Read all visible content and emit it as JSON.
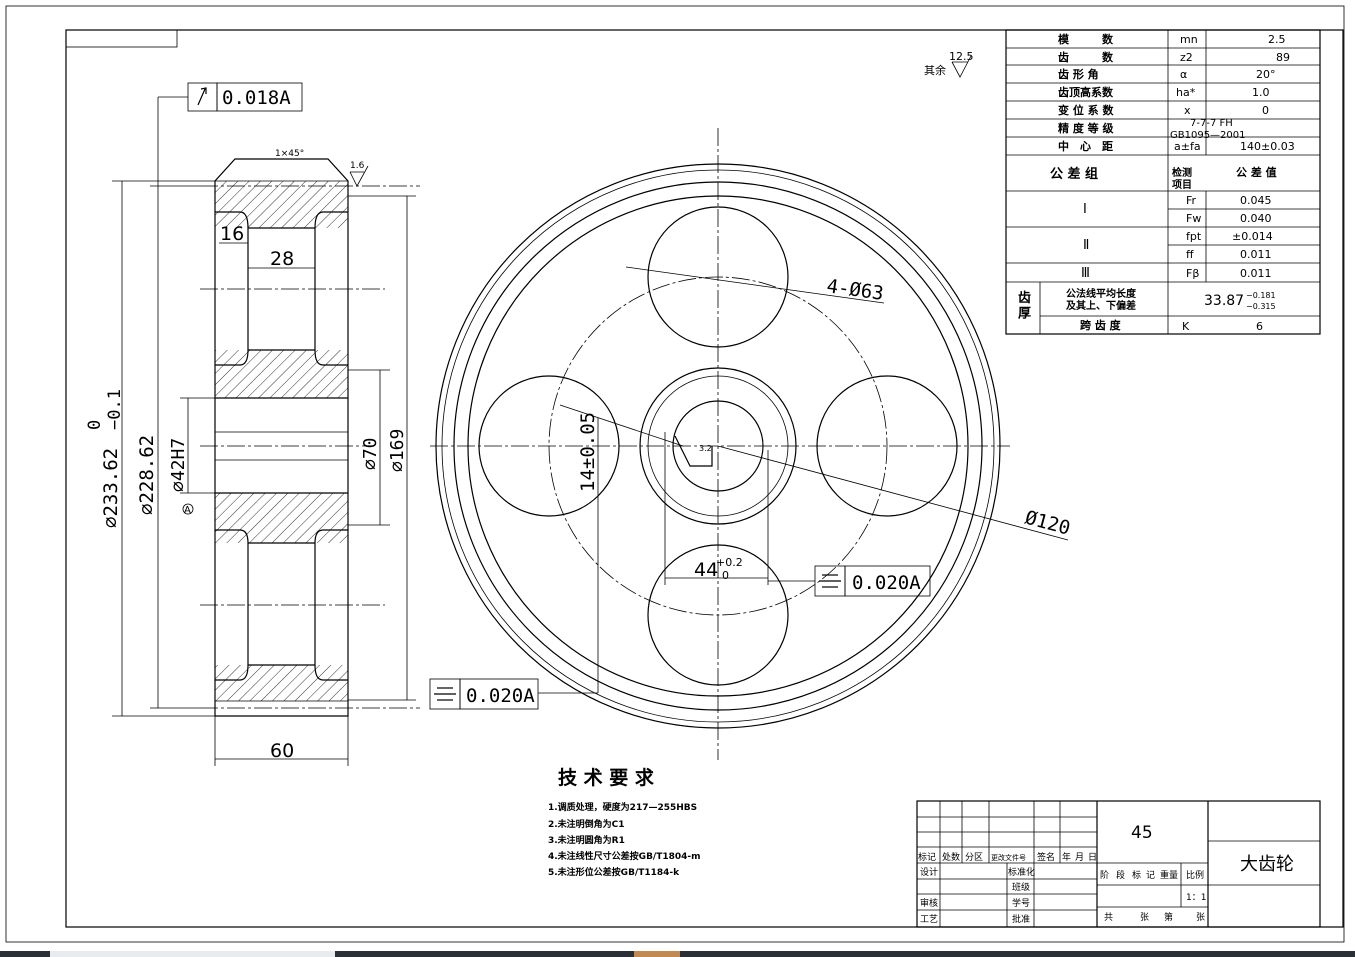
{
  "frame": {
    "title_box": ""
  },
  "front_view": {
    "runout_tol": "0.018A",
    "chamfer_note": "1×45°",
    "rough_top": "1.6",
    "dims": {
      "d16": "16",
      "d28": "28",
      "d60": "60",
      "dia_233": "⌀233.62",
      "dia_233_tol_up": "0",
      "dia_233_tol_lo": "−0.1",
      "dia_228": "⌀228.62",
      "dia_42": "⌀42H7",
      "dia_70": "⌀70",
      "dia_169": "⌀169",
      "datum": "A"
    }
  },
  "side_view": {
    "rough_rest_label": "其余",
    "rough_rest_val": "12.5",
    "holes": "4-Ø63",
    "pcd": "Ø120",
    "keyway_depth": "14±0.05",
    "keyway_rough": "3.2",
    "keyway_width": "44",
    "keyway_width_up": "+0.2",
    "keyway_width_lo": "0",
    "sym_tol_right": "0.020A",
    "sym_tol_left": "0.020A"
  },
  "param_table": {
    "rows": [
      {
        "label": "模　　　数",
        "sym": "mn",
        "val": "2.5"
      },
      {
        "label": "齿　　　数",
        "sym": "z2",
        "val": "89"
      },
      {
        "label": "齿 形 角",
        "sym": "α",
        "val": "20°"
      },
      {
        "label": "齿顶高系数",
        "sym": "ha*",
        "val": "1.0"
      },
      {
        "label": "变 位 系 数",
        "sym": "x",
        "val": "0"
      },
      {
        "label": "精 度 等 级",
        "sym": "7-7-7 FH",
        "val": "GB1095—2001"
      },
      {
        "label": "中　心　距",
        "sym": "a±fa",
        "val": "140±0.03"
      }
    ],
    "tol_group_label": "公 差 组",
    "check_item_label": "检测\n项目",
    "tol_value_label": "公 差 值",
    "groups": [
      {
        "name": "Ⅰ",
        "items": [
          {
            "sym": "Fr",
            "val": "0.045"
          },
          {
            "sym": "Fw",
            "val": "0.040"
          }
        ]
      },
      {
        "name": "Ⅱ",
        "items": [
          {
            "sym": "fpt",
            "val": "±0.014"
          },
          {
            "sym": "ff",
            "val": "0.011"
          }
        ]
      },
      {
        "name": "Ⅲ",
        "items": [
          {
            "sym": "Fβ",
            "val": "0.011"
          }
        ]
      }
    ],
    "thickness_label": "齿\n厚",
    "wk_label": "公法线平均长度\n及其上、下偏差",
    "wk_val": "33.87",
    "wk_up": "−0.181",
    "wk_lo": "−0.315",
    "span_label": "跨 齿 度",
    "span_sym": "K",
    "span_val": "6"
  },
  "tech": {
    "title": "技 术 要 求",
    "items": [
      "1.调质处理，硬度为217—255HBS",
      "2.未注明倒角为C1",
      "3.未注明圆角为R1",
      "4.未注线性尺寸公差按GB/T1804-m",
      "5.未注形位公差按GB/T1184-k"
    ]
  },
  "title_block": {
    "material": "45",
    "part_name": "大齿轮",
    "scale_label": "比例",
    "scale": "1：1",
    "cols": [
      "标记",
      "处数",
      "分区",
      "更改文件号",
      "签名",
      "年",
      "月",
      "日"
    ],
    "left_labels": [
      "设计",
      "审核",
      "工艺"
    ],
    "mid_labels": [
      "标准化",
      "班级",
      "学号",
      "批准"
    ],
    "stage_labels": [
      "阶",
      "段",
      "标",
      "记",
      "重量"
    ],
    "sheet_labels": [
      "共",
      "张",
      "第",
      "张"
    ]
  },
  "taskbar": {
    "colors": [
      "#2b2f36",
      "#e9ecef",
      "#c08a52",
      "#2b2f36"
    ]
  }
}
